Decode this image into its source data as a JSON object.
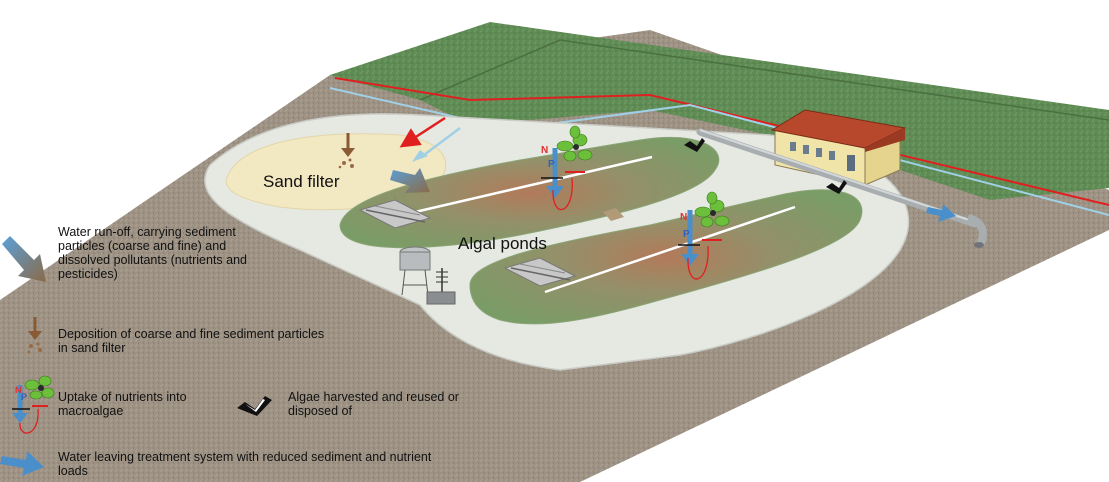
{
  "labels": {
    "sand_filter": "Sand filter",
    "algal_ponds": "Algal ponds",
    "nutrient_n": "N",
    "nutrient_p": "P"
  },
  "legend": {
    "runoff": "Water run-off, carrying sediment particles (coarse and fine) and dissolved pollutants (nutrients and pesticides)",
    "deposition": "Deposition of coarse and fine sediment particles in sand filter",
    "uptake": "Uptake of nutrients into macroalgae",
    "harvest": "Algae harvested and reused or disposed of",
    "leaving": "Water leaving treatment system with reduced sediment and nutrient loads"
  },
  "colors": {
    "field": "#5e8a52",
    "ground": "#9a8f82",
    "concrete": "#e6e8e2",
    "sand": "#f2e8c2",
    "pond": "#7fa06a",
    "water_arrow": "#4a8fc9",
    "runoff_red": "#e02020",
    "nitrogen": "#e03030",
    "phosphorus": "#3060c0",
    "building_roof": "#b8482c",
    "building_wall": "#f0e4a8",
    "plant": "#6cbf3a"
  },
  "icons": [
    "runoff-arrow-icon",
    "sediment-deposition-icon",
    "macroalgae-uptake-icon",
    "harvest-icon",
    "outflow-arrow-icon"
  ]
}
